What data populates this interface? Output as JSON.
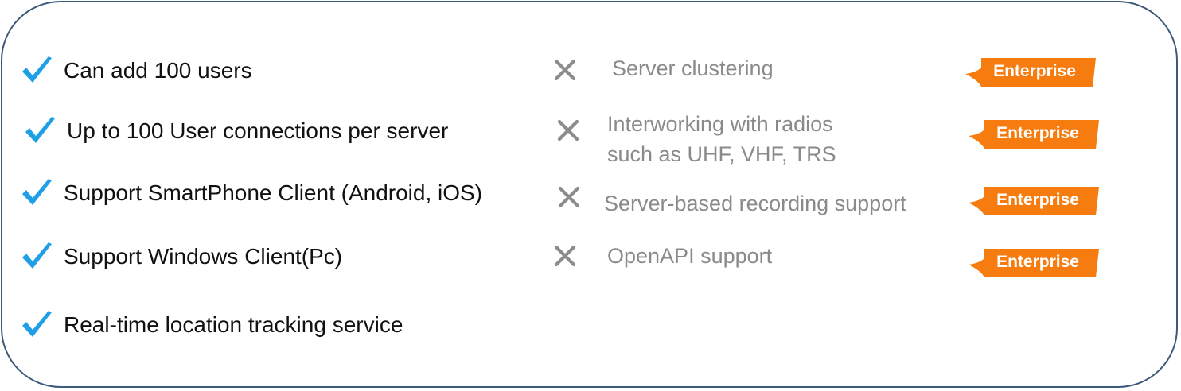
{
  "colors": {
    "check": "#1e9fe6",
    "cross": "#8c8c8c",
    "badge": "#f77c0f",
    "border": "#3c5a7a"
  },
  "included": [
    {
      "icon": "check-icon",
      "label": "Can add 100 users"
    },
    {
      "icon": "check-icon",
      "label": "Up to 100 User connections per server"
    },
    {
      "icon": "check-icon",
      "label": "Support  SmartPhone Client (Android, iOS)"
    },
    {
      "icon": "check-icon",
      "label": "Support Windows Client(Pc)"
    },
    {
      "icon": "check-icon",
      "label": "Real-time location tracking service"
    }
  ],
  "excluded": [
    {
      "icon": "cross-icon",
      "lines": [
        "Server clustering"
      ],
      "badge": "Enterprise"
    },
    {
      "icon": "cross-icon",
      "lines": [
        "Interworking with radios",
        "such as UHF, VHF, TRS"
      ],
      "badge": "Enterprise"
    },
    {
      "icon": "cross-icon",
      "lines": [
        "Server-based recording support"
      ],
      "badge": "Enterprise"
    },
    {
      "icon": "cross-icon",
      "lines": [
        "OpenAPI  support"
      ],
      "badge": "Enterprise"
    }
  ]
}
